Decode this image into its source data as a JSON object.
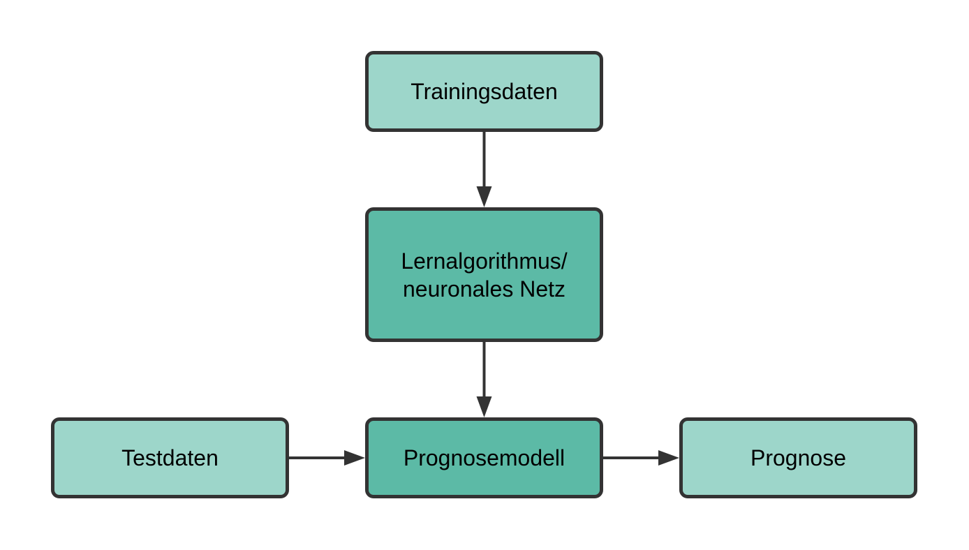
{
  "colors": {
    "light_node_fill": "#9dd6ca",
    "dark_node_fill": "#5cbaa6",
    "border": "#333333",
    "arrow": "#333333",
    "text": "#000000",
    "background": "#ffffff"
  },
  "nodes": {
    "trainingsdaten": {
      "label": "Trainingsdaten"
    },
    "lernalgorithmus": {
      "line1": "Lernalgorithmus/",
      "line2": "neuronales Netz"
    },
    "testdaten": {
      "label": "Testdaten"
    },
    "prognosemodell": {
      "label": "Prognosemodell"
    },
    "prognose": {
      "label": "Prognose"
    }
  },
  "edges": [
    {
      "from": "trainingsdaten",
      "to": "lernalgorithmus"
    },
    {
      "from": "lernalgorithmus",
      "to": "prognosemodell"
    },
    {
      "from": "testdaten",
      "to": "prognosemodell"
    },
    {
      "from": "prognosemodell",
      "to": "prognose"
    }
  ]
}
